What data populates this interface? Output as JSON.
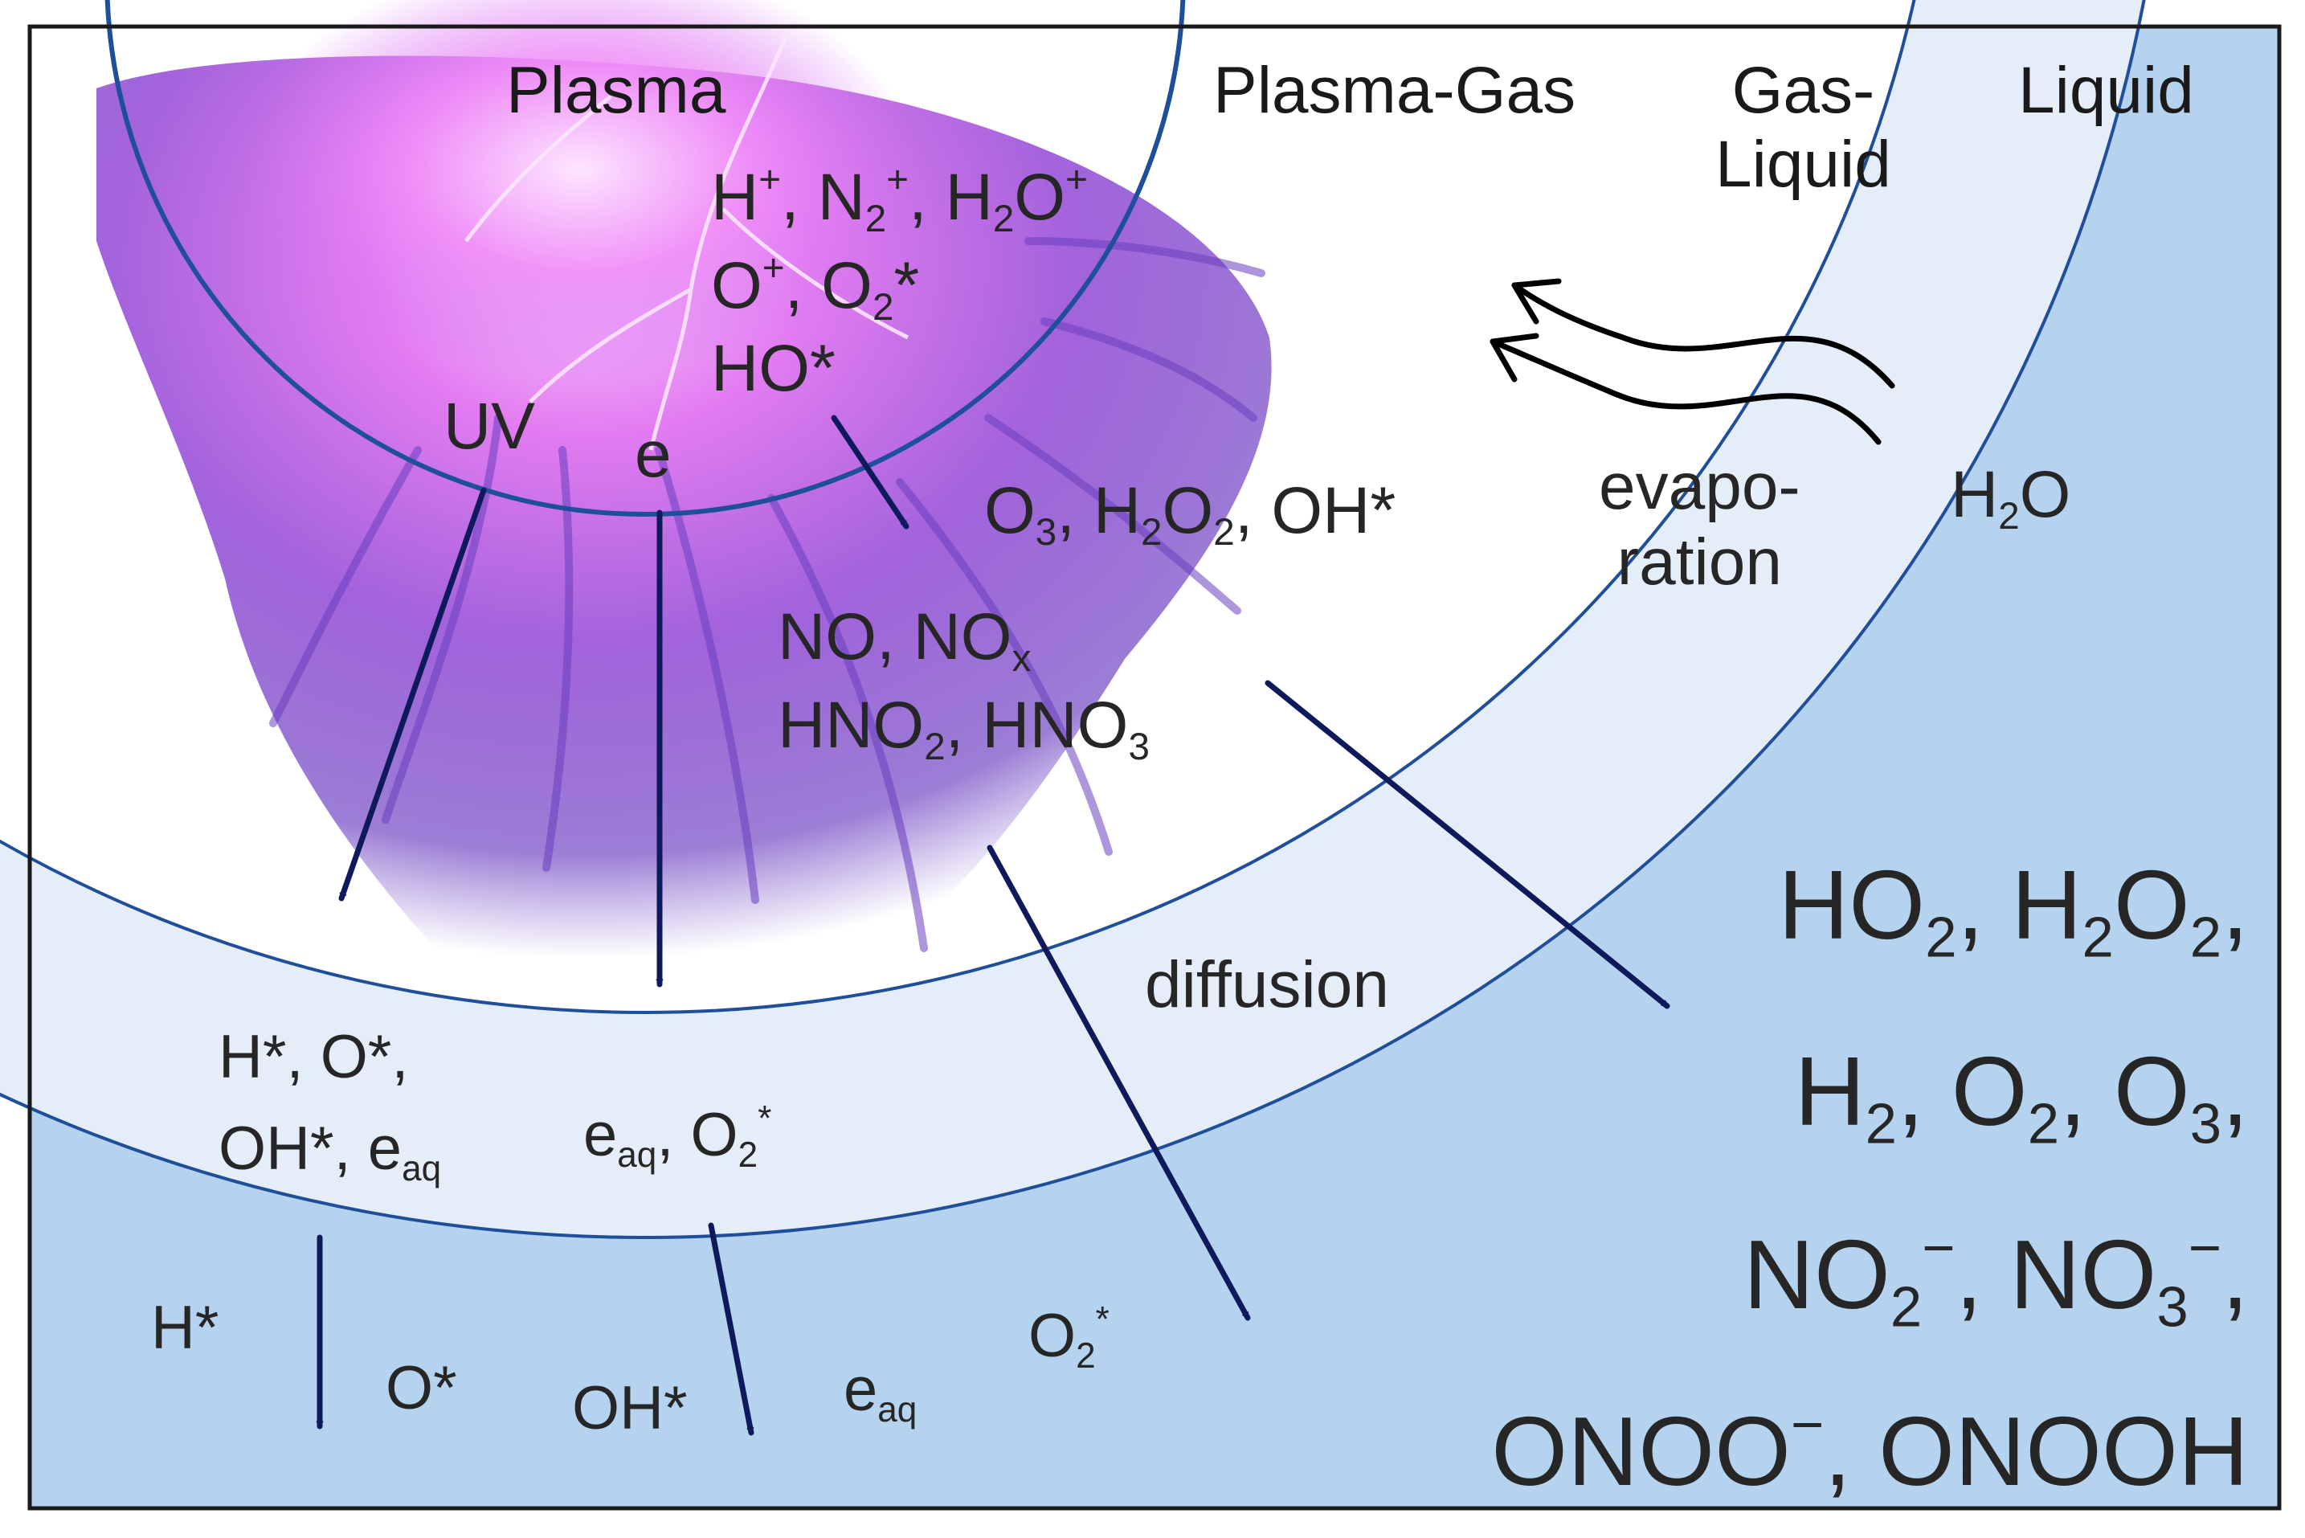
{
  "zones": {
    "plasma": "Plasma",
    "plasma_gas": "Plasma-Gas",
    "gas_liquid_1": "Gas-",
    "gas_liquid_2": "Liquid",
    "liquid": "Liquid"
  },
  "labels": {
    "uv": "UV",
    "e": "e",
    "evaporation_1": "evapo-",
    "evaporation_2": "ration",
    "diffusion": "diffusion"
  },
  "species": {
    "plasma_ions_l1": {
      "h": "H",
      "plus": "+",
      "comma1": ", ",
      "n": "N",
      "two": "2",
      "comma2": ", ",
      "h2o_h": "H",
      "h2o_o": "O"
    },
    "plasma_ions_l2": {
      "o": "O",
      "sep": ", ",
      "o2": "O",
      "star": "*"
    },
    "plasma_ions_l3": "HO*",
    "gas_products_1": {
      "o3": "O",
      "o3_sub": "3",
      "sep1": ", H",
      "h2o2_o": "O",
      "sep2": ", OH*"
    },
    "gas_products_2": {
      "no": "NO, NO",
      "x": "x"
    },
    "gas_products_3": {
      "hno2": "HNO",
      "sep": ", HNO"
    },
    "interface_radicals_1": "H*, O*,",
    "interface_radicals_2": {
      "oh": "OH*, e",
      "aq": "aq"
    },
    "interface_eaq": {
      "e": "e",
      "aq": "aq",
      "sep": ", O",
      "star": "*"
    },
    "water": {
      "h": "H",
      "o": "O"
    },
    "liquid_h": "H*",
    "liquid_o": "O*",
    "liquid_oh": "OH*",
    "liquid_eaq": {
      "e": "e",
      "aq": "aq"
    },
    "liquid_o2": {
      "o": "O",
      "star": "*"
    },
    "long_lived": {
      "l1": {
        "ho": "HO",
        "sep": ", H",
        "o": "O",
        "end": ","
      },
      "l2": {
        "h": "H",
        "sep1": ", O",
        "sep2": ", O",
        "end": ","
      },
      "l3": {
        "no": "NO",
        "minus": "−",
        "sep": ", NO",
        "end": ","
      },
      "l4": {
        "onoo": "ONOO",
        "minus": "−",
        "rest": ", ONOOH"
      }
    }
  },
  "colors": {
    "liquid": "#b5d3ee",
    "interface": "#e4edf8",
    "boundary": "#1f4e9a",
    "arrow": "#0e1a5c",
    "plasma_core": "#e48cf2",
    "plasma_fringe": "#7a46c9",
    "frame": "#1a1a1a"
  }
}
